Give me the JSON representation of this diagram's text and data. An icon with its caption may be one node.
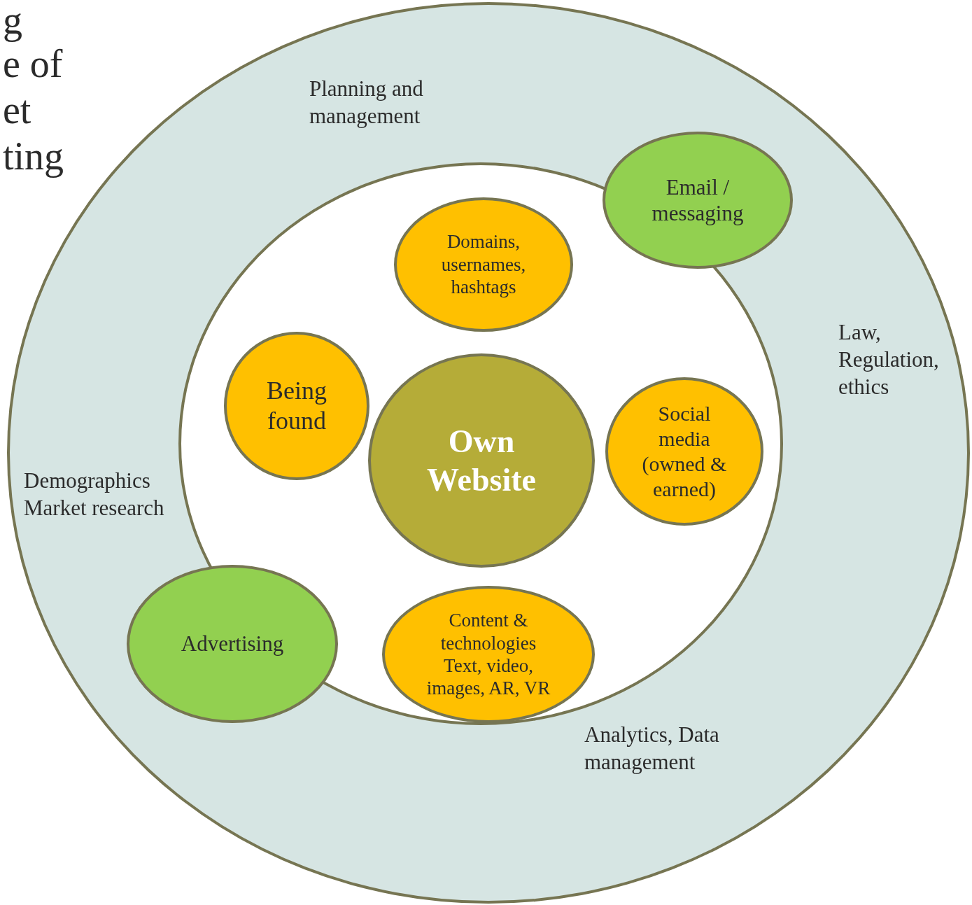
{
  "diagram": {
    "nodes": [
      {
        "text": [
          "Planning and management",
          "Law, Regulation, ethics",
          "Analytics, Data management",
          "Demographics Market research"
        ]
      },
      {
        "text": [],
        "shape": "circle",
        "in": 0
      },
      {
        "text": [
          "Email / messaging"
        ],
        "in": 0
      },
      {
        "text": [
          "Domains, usernames, hashtags"
        ],
        "in": 1
      },
      {
        "text": [
          "Being found"
        ],
        "in": 1
      },
      {
        "text": [
          "Own Website"
        ],
        "in": 1
      },
      {
        "text": [
          "Social media (owned & earned)"
        ],
        "in": 1
      },
      {
        "text": [
          "Content & technologies Text, video, images, AR, VR"
        ],
        "in": 1
      },
      {
        "text": [
          "Advertising"
        ],
        "in": 0
      }
    ],
    "labels": [
      "g",
      "e of",
      "et",
      "ting"
    ]
  }
}
